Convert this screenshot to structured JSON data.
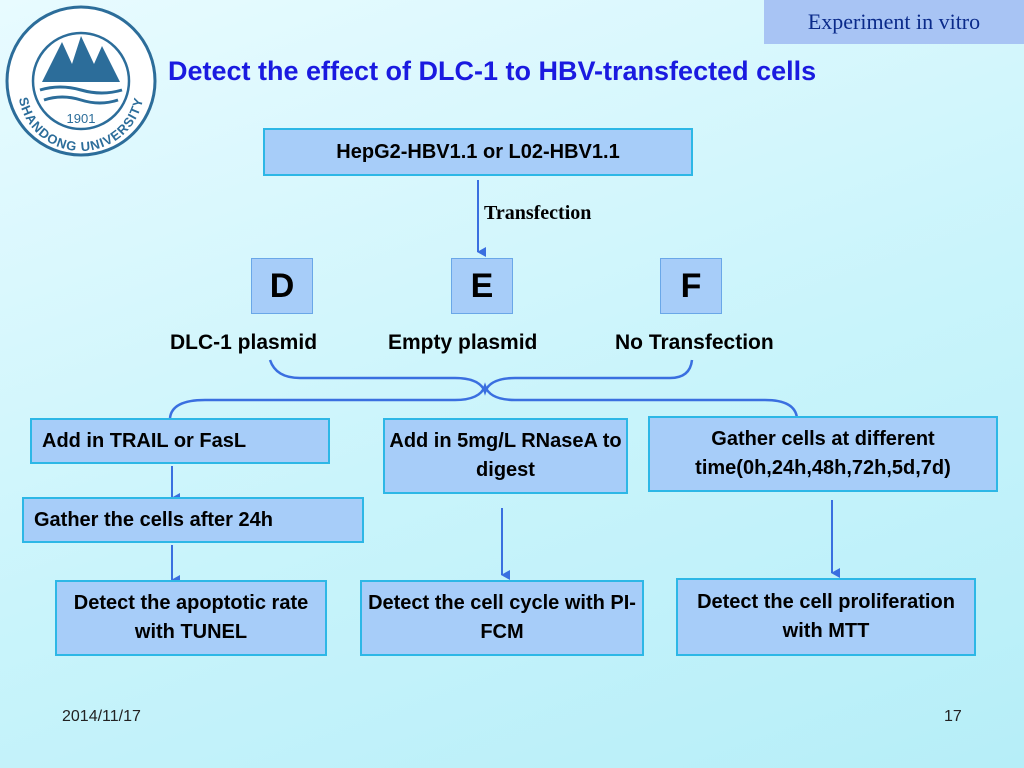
{
  "tag": "Experiment in vitro",
  "title": "Detect the effect of DLC-1 to HBV-transfected cells",
  "logo": {
    "year": "1901",
    "name": "SHANDONG UNIVERSITY"
  },
  "top_box": "HepG2-HBV1.1 or L02-HBV1.1",
  "transfection_label": "Transfection",
  "groups": [
    {
      "letter": "D",
      "label": "DLC-1 plasmid"
    },
    {
      "letter": "E",
      "label": "Empty plasmid"
    },
    {
      "letter": "F",
      "label": "No Transfection"
    }
  ],
  "left_col": {
    "step1": "Add in TRAIL or FasL",
    "step2": "Gather the cells after 24h",
    "result": "Detect the apoptotic rate with TUNEL"
  },
  "mid_col": {
    "step1": "Add in 5mg/L RNaseA to digest",
    "result": "Detect the cell cycle with PI-FCM"
  },
  "right_col": {
    "step1": "Gather cells at different time(0h,24h,48h,72h,5d,7d)",
    "result": "Detect the cell proliferation with MTT"
  },
  "footer": {
    "date": "2014/11/17",
    "page": "17"
  },
  "colors": {
    "arrow": "#3a6fe0",
    "box_fill": "#a7cdf9",
    "box_border": "#2db7e6",
    "title": "#1a1ae0"
  }
}
